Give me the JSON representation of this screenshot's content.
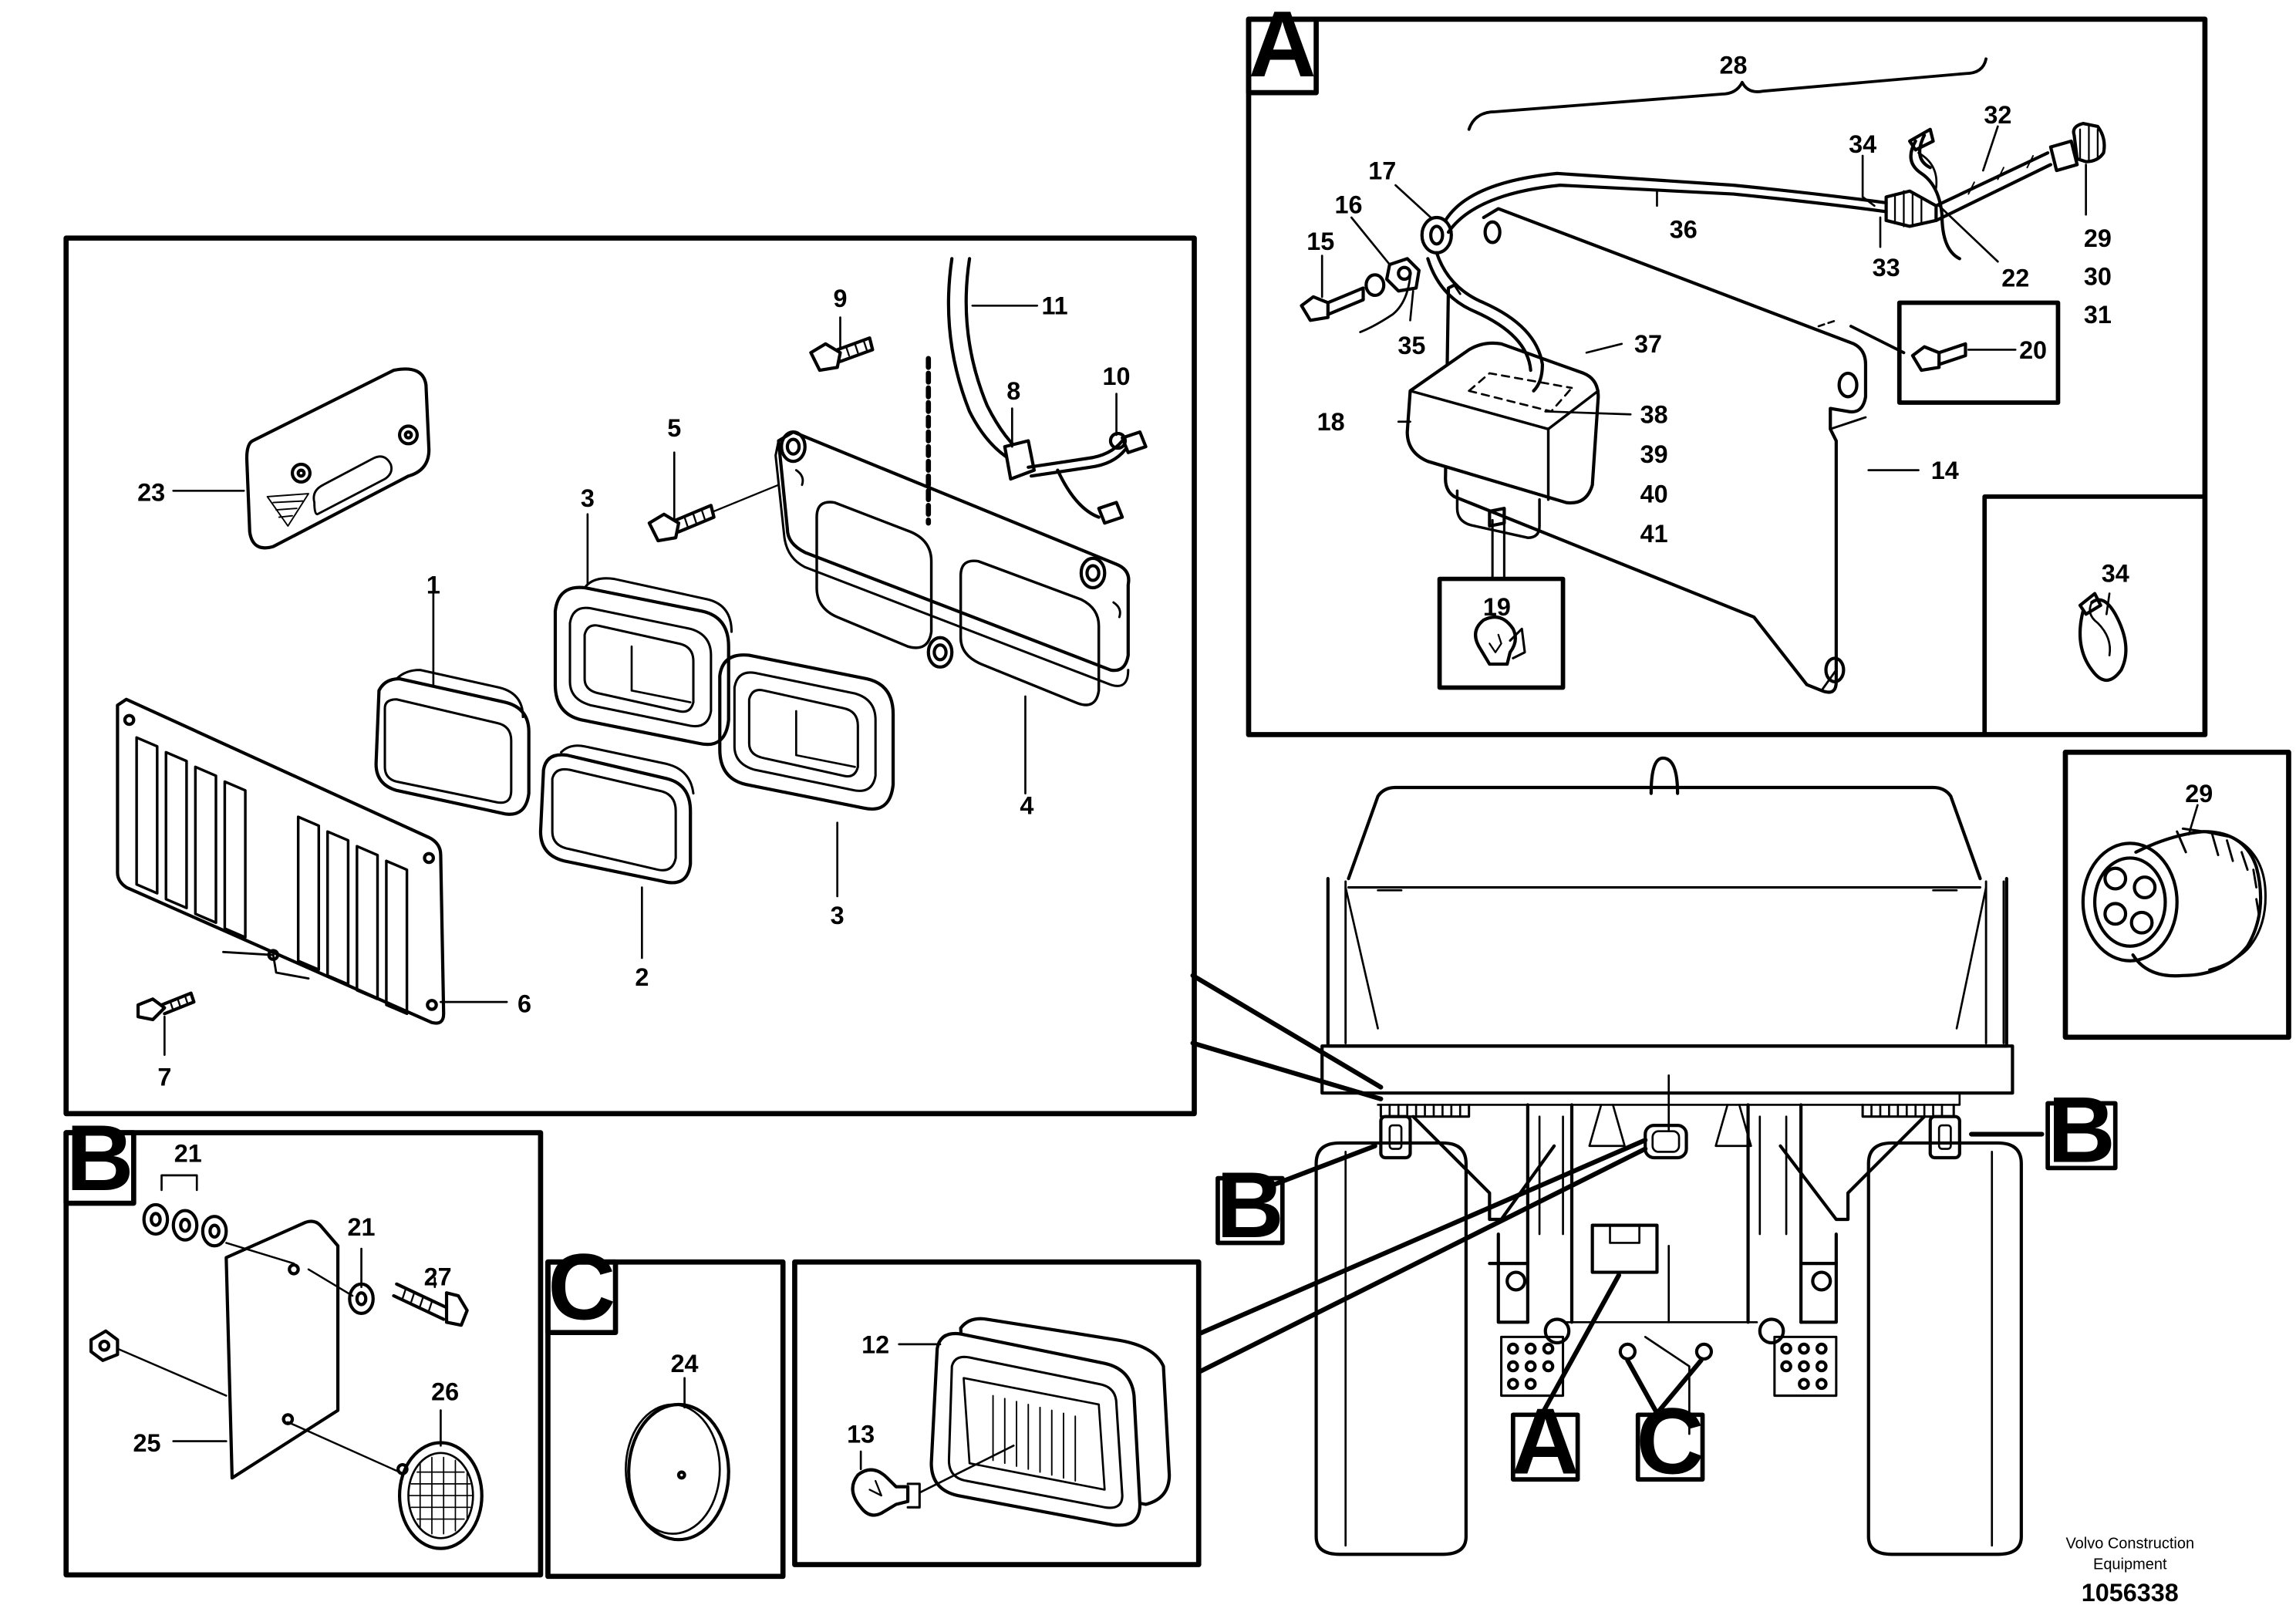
{
  "panels": {
    "detail_A": {
      "letter": "A"
    },
    "detail_B": {
      "letter": "B"
    },
    "detail_C": {
      "letter": "C"
    }
  },
  "machine_markers": {
    "B_left": "B",
    "B_right": "B",
    "A": "A",
    "C": "C"
  },
  "callouts": {
    "c1": "1",
    "c2": "2",
    "c3a": "3",
    "c3b": "3",
    "c4": "4",
    "c5": "5",
    "c6": "6",
    "c7": "7",
    "c8": "8",
    "c9": "9",
    "c10": "10",
    "c11": "11",
    "c12": "12",
    "c13": "13",
    "c14": "14",
    "c15": "15",
    "c16": "16",
    "c17": "17",
    "c18": "18",
    "c19": "19",
    "c20": "20",
    "c21a": "21",
    "c21b": "21",
    "c22": "22",
    "c23": "23",
    "c24": "24",
    "c25": "25",
    "c26": "26",
    "c27": "27",
    "c28": "28",
    "c29a": "29",
    "c29b": "29",
    "c30": "30",
    "c31": "31",
    "c32": "32",
    "c33": "33",
    "c34a": "34",
    "c34b": "34",
    "c35": "35",
    "c36": "36",
    "c37": "37",
    "c38": "38",
    "c39": "39",
    "c40": "40",
    "c41": "41"
  },
  "credit": {
    "line1": "Volvo Construction",
    "line2": "Equipment",
    "doc_number": "1056338"
  }
}
